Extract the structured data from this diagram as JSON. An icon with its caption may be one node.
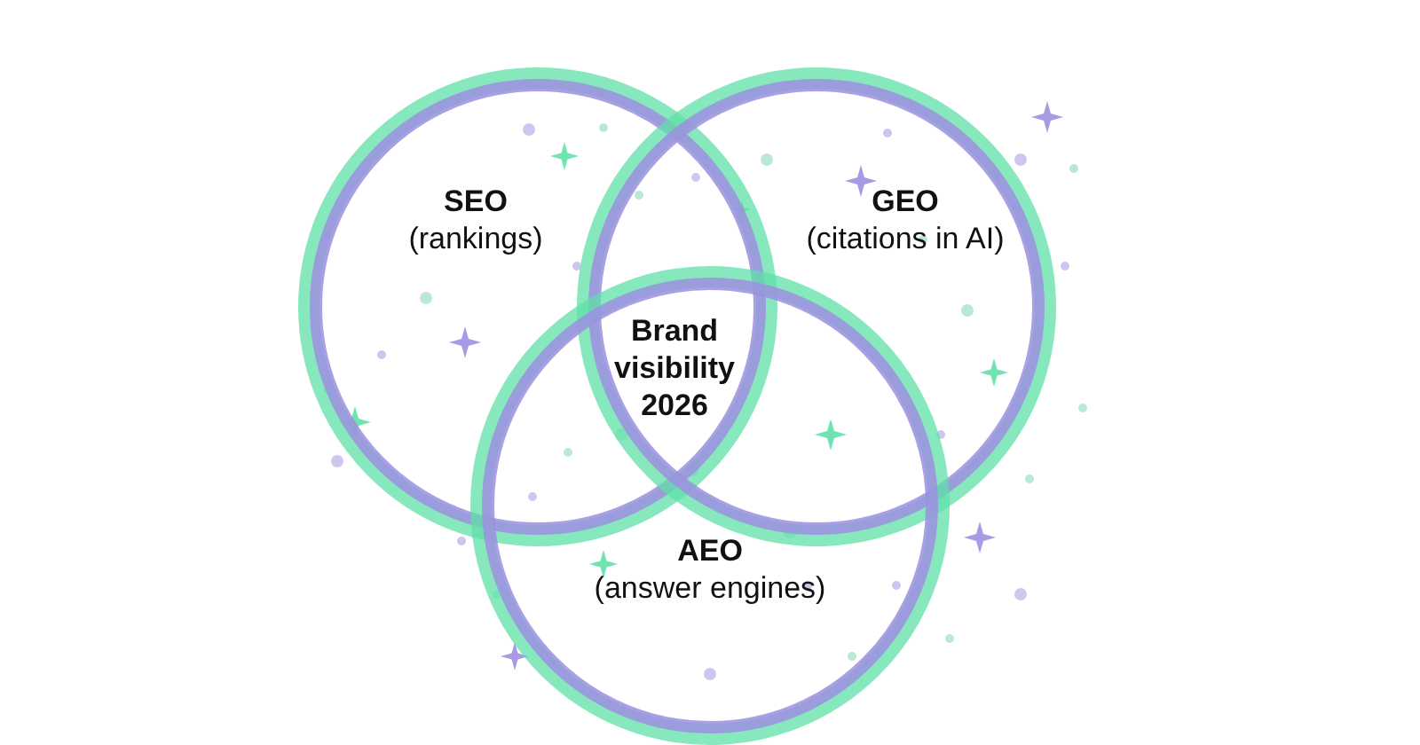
{
  "diagram": {
    "nodes": [
      {
        "text": [
          "SEO",
          "(rankings)"
        ]
      },
      {
        "text": [
          "GEO",
          "(citations in AI)"
        ]
      },
      {
        "text": [
          "AEO",
          "(answer engines)"
        ]
      }
    ],
    "labels": [
      "Brand visibility 2026"
    ]
  }
}
